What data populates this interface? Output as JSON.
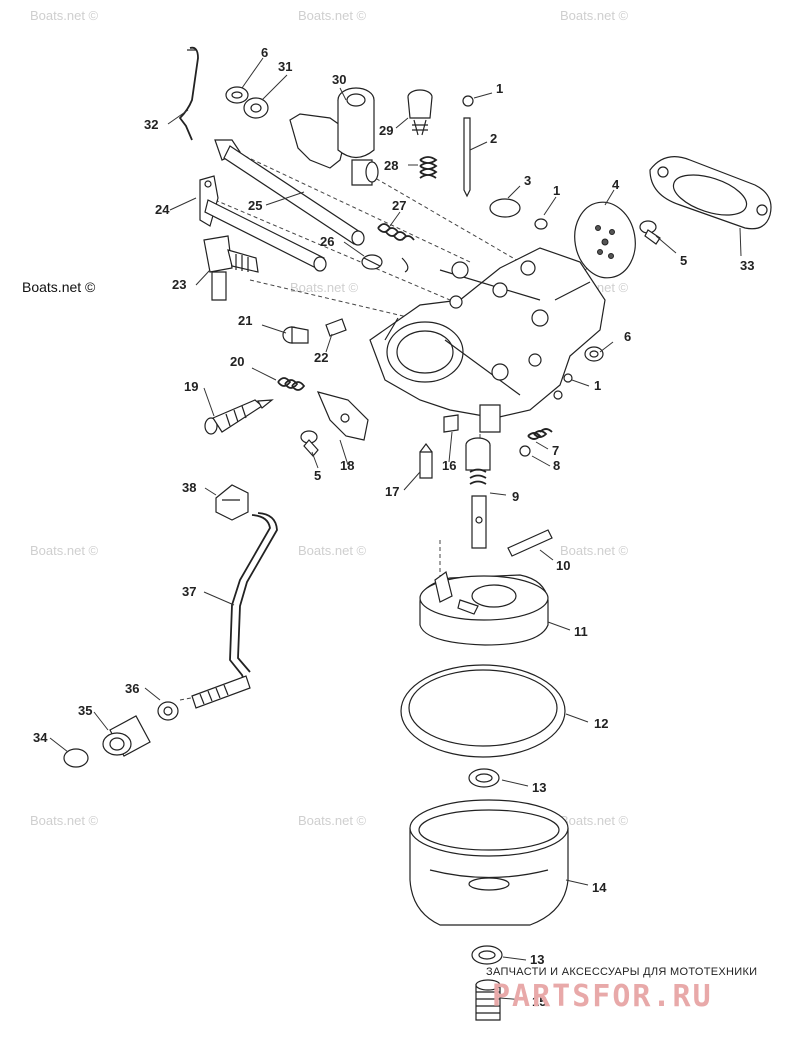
{
  "watermarks": {
    "site": "Boats.net",
    "site_c": "Boats.net ©"
  },
  "labels": {
    "p1a": "1",
    "p1b": "1",
    "p1c": "1",
    "p2": "2",
    "p3": "3",
    "p4": "4",
    "p5a": "5",
    "p5b": "5",
    "p6a": "6",
    "p6b": "6",
    "p7": "7",
    "p8": "8",
    "p9": "9",
    "p10": "10",
    "p11": "11",
    "p12": "12",
    "p13a": "13",
    "p13b": "13",
    "p14": "14",
    "p15": "15",
    "p16": "16",
    "p17": "17",
    "p18": "18",
    "p19": "19",
    "p20": "20",
    "p21": "21",
    "p22": "22",
    "p23": "23",
    "p24": "24",
    "p25": "25",
    "p26": "26",
    "p27": "27",
    "p28": "28",
    "p29": "29",
    "p30": "30",
    "p31": "31",
    "p32": "32",
    "p33": "33",
    "p34": "34",
    "p35": "35",
    "p36": "36",
    "p37": "37",
    "p38": "38"
  },
  "banner": {
    "tagline": "ЗАПЧАСТИ И АКСЕССУАРЫ ДЛЯ МОТОТЕХНИКИ",
    "logo": "PARTSFOR.RU"
  },
  "colors": {
    "line": "#222222",
    "watermark": "#cfcfcf",
    "logo": "#e8a9a9"
  }
}
